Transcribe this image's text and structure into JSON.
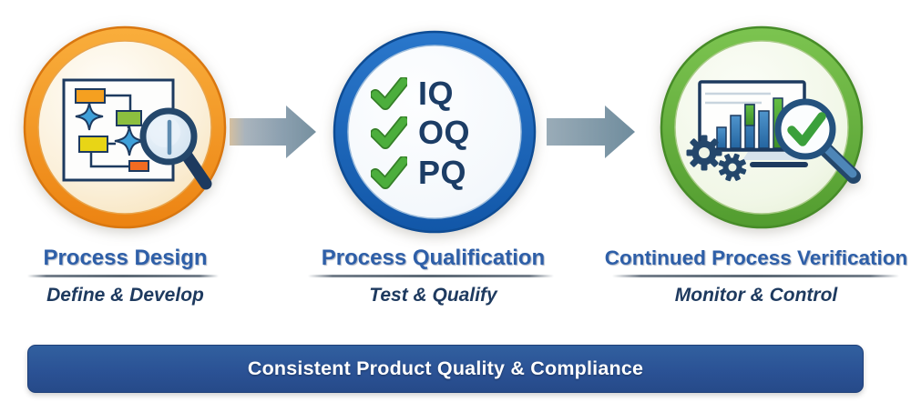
{
  "stages": [
    {
      "title": "Process Design",
      "subtitle": "Define & Develop"
    },
    {
      "title": "Process Qualification",
      "subtitle": "Test & Qualify",
      "checklist": [
        "IQ",
        "OQ",
        "PQ"
      ]
    },
    {
      "title": "Continued Process Verification",
      "subtitle": "Monitor & Control"
    }
  ],
  "banner": {
    "label": "Consistent Product Quality & Compliance"
  },
  "icons": {
    "stage1": "flowchart-magnifier-icon",
    "stage2": "checklist-icon",
    "stage3": "chart-gears-magnifier-icon",
    "connector": "right-arrow-icon"
  },
  "colors": {
    "stage1_ring": "#EE8A1C",
    "stage2_ring": "#1B66BE",
    "stage3_ring": "#63AF3C",
    "arrow": "#7E95A9",
    "heading": "#2E5FA8",
    "subtitle": "#1E3A5F",
    "check_green": "#4CAE3C",
    "banner_bg": "#2B5295",
    "banner_text": "#FFFFFF"
  }
}
